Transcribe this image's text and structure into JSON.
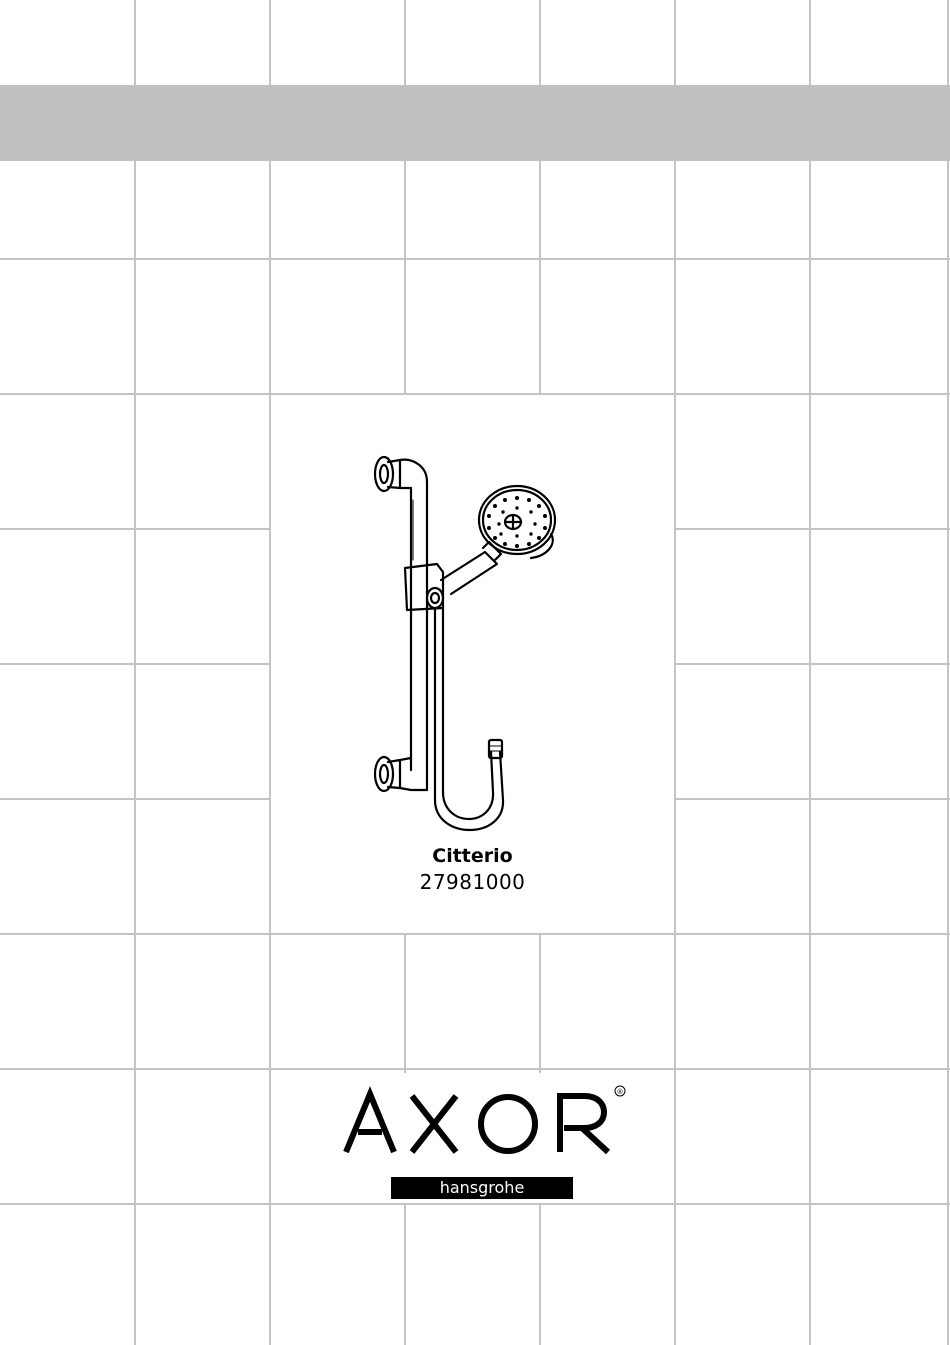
{
  "product": {
    "name": "Citterio",
    "number": "27981000"
  },
  "brand": {
    "logo_text": "AXOR",
    "registered_mark": "®",
    "subbrand": "hansgrohe"
  },
  "colors": {
    "grid_line": "#c4c4c4",
    "header_band": "#c0c0c0",
    "ink": "#000000"
  }
}
